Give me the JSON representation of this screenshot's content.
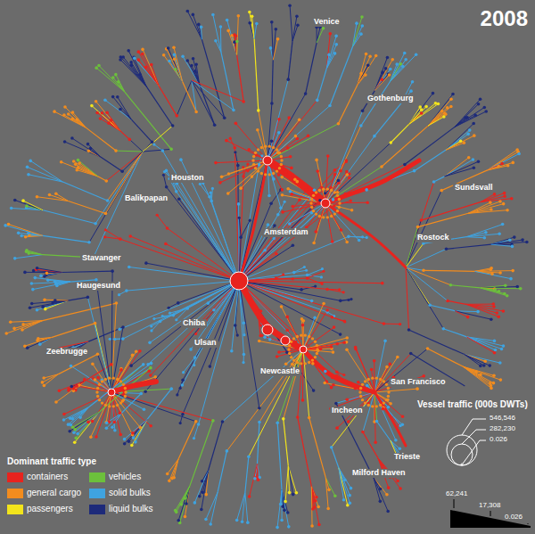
{
  "diagram": {
    "title": "2008",
    "labels": [
      "Venice",
      "Gothenburg",
      "Houston",
      "Balikpapan",
      "Sundsvall",
      "Amsterdam",
      "Rostock",
      "Stavanger",
      "Haugesund",
      "Chiba",
      "Ulsan",
      "Zeebrugge",
      "Newcastle",
      "San Francisco",
      "Incheon",
      "Trieste",
      "Milford Haven",
      "Dominant traffic type",
      "Vessel traffic (000s DWTs)",
      "546,546",
      "282,230",
      "0.026",
      "62,241",
      "17,308",
      "0.026"
    ],
    "legend": [
      {
        "text": "containers",
        "color": "#e8231e"
      },
      {
        "text": "general cargo",
        "color": "#f28c1e"
      },
      {
        "text": "passengers",
        "color": "#f2e41c"
      },
      {
        "text": "vehicles",
        "color": "#6cc03c"
      },
      {
        "text": "solid bulks",
        "color": "#3fa3e0"
      },
      {
        "text": "liquid bulks",
        "color": "#1d2a7a"
      }
    ]
  }
}
